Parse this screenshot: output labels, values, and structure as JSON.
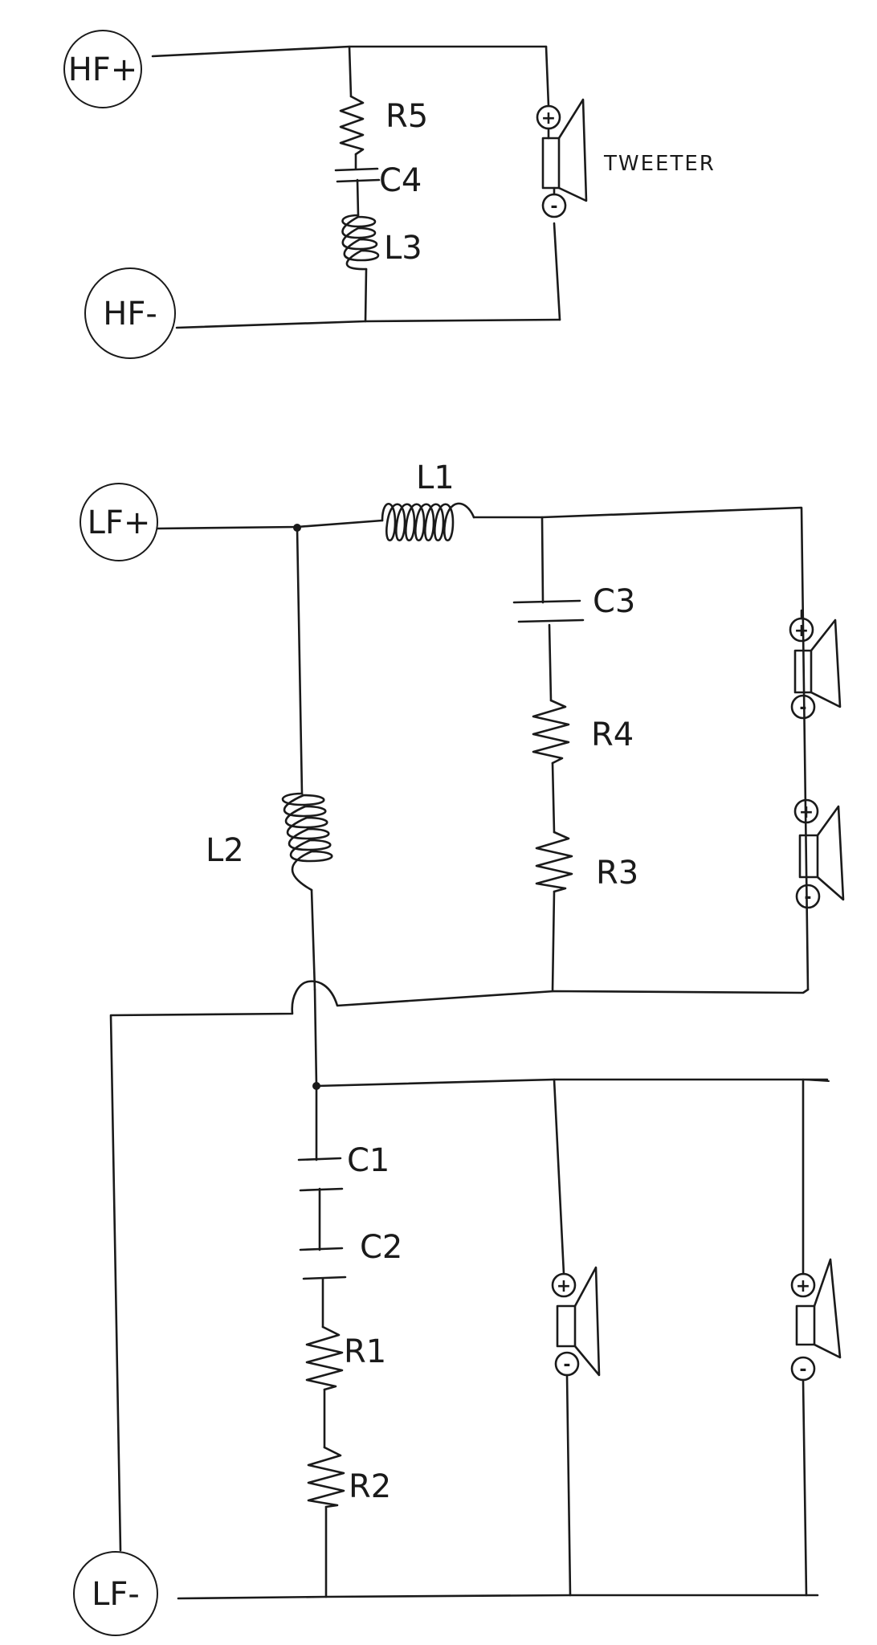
{
  "terminals": {
    "hf_plus": "HF+",
    "hf_minus": "HF-",
    "lf_plus": "LF+",
    "lf_minus": "LF-"
  },
  "components": {
    "r5": "R5",
    "c4": "C4",
    "l3": "L3",
    "l1": "L1",
    "c3": "C3",
    "r4": "R4",
    "r3": "R3",
    "l2": "L2",
    "c1": "C1",
    "c2": "C2",
    "r1": "R1",
    "r2": "R2"
  },
  "speakers": {
    "tweeter_label": "TWEETER",
    "plus_sign": "+",
    "minus_sign": "-"
  }
}
